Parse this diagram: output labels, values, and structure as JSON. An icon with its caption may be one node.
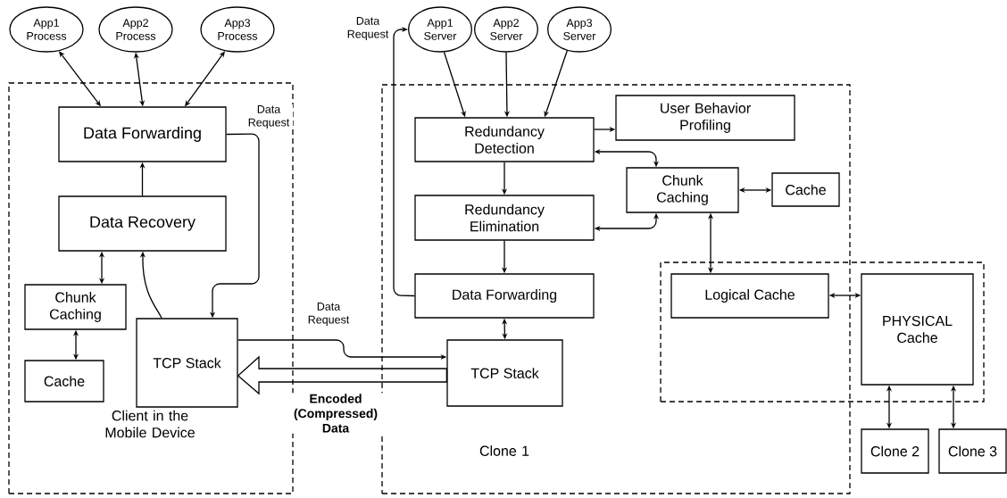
{
  "diagram": {
    "nodes": [
      {
        "text": [
          "Client in the Mobile Device"
        ]
      },
      {
        "text": [
          "App1 Process"
        ]
      },
      {
        "text": [
          "App2 Process"
        ]
      },
      {
        "text": [
          "App3 Process"
        ]
      },
      {
        "text": [
          "Data Forwarding"
        ],
        "in": 0
      },
      {
        "text": [
          "Data Recovery"
        ],
        "in": 0
      },
      {
        "text": [
          "Chunk Caching"
        ],
        "in": 0
      },
      {
        "text": [
          "Cache"
        ],
        "in": 0
      },
      {
        "text": [
          "TCP Stack"
        ],
        "in": 0
      },
      {
        "text": [
          "Clone 1"
        ]
      },
      {
        "text": [
          "App1 Server"
        ]
      },
      {
        "text": [
          "App2 Server"
        ]
      },
      {
        "text": [
          "App3 Server"
        ]
      },
      {
        "text": [
          "Redundancy Detection"
        ],
        "in": 9
      },
      {
        "text": [
          "User Behavior Profiling"
        ],
        "in": 9
      },
      {
        "text": [
          "Chunk Caching"
        ],
        "in": 9
      },
      {
        "text": [
          "Cache"
        ],
        "in": 9
      },
      {
        "text": [
          "Redundancy Elimination"
        ],
        "in": 9
      },
      {
        "text": [
          "Data Forwarding"
        ],
        "in": 9
      },
      {
        "text": [
          "TCP Stack"
        ],
        "in": 9
      },
      {
        "text": [],
        "shape": "box"
      },
      {
        "text": [
          "Logical Cache"
        ]
      },
      {
        "text": [
          "PHYSICAL Cache"
        ],
        "in": 20
      },
      {
        "text": [
          "Clone 2"
        ]
      },
      {
        "text": [
          "Clone 3"
        ]
      }
    ],
    "edges": [
      {
        "from": 1,
        "to": 4,
        "arrow": "both"
      },
      {
        "from": 2,
        "to": 4,
        "arrow": "both"
      },
      {
        "from": 3,
        "to": 4,
        "arrow": "both"
      },
      {
        "from": 5,
        "to": 4,
        "arrow": "to"
      },
      {
        "from": 8,
        "to": 5,
        "arrow": "to"
      },
      {
        "from": 4,
        "to": 8,
        "arrow": "to",
        "label": "Data Request"
      },
      {
        "from": 6,
        "to": 5,
        "arrow": "both"
      },
      {
        "from": 6,
        "to": 7,
        "arrow": "both"
      },
      {
        "from": 8,
        "to": 19,
        "arrow": "to",
        "label": "Data Request"
      },
      {
        "from": 19,
        "to": 8,
        "arrow": "to",
        "label": "Encoded (Compressed) Data",
        "style": "thick"
      },
      {
        "from": 18,
        "to": 10,
        "arrow": "to",
        "label": "Data Request"
      },
      {
        "from": 10,
        "to": 13,
        "arrow": "to"
      },
      {
        "from": 11,
        "to": 13,
        "arrow": "to"
      },
      {
        "from": 12,
        "to": 13,
        "arrow": "to"
      },
      {
        "from": 13,
        "to": 14,
        "arrow": "to"
      },
      {
        "from": 13,
        "to": 15,
        "arrow": "both"
      },
      {
        "from": 13,
        "to": 17,
        "arrow": "to"
      },
      {
        "from": 17,
        "to": 15,
        "arrow": "both"
      },
      {
        "from": 17,
        "to": 18,
        "arrow": "to"
      },
      {
        "from": 18,
        "to": 19,
        "arrow": "both"
      },
      {
        "from": 15,
        "to": 16,
        "arrow": "both"
      },
      {
        "from": 15,
        "to": 21,
        "arrow": "both"
      },
      {
        "from": 21,
        "to": 22,
        "arrow": "both"
      },
      {
        "from": 22,
        "to": 23,
        "arrow": "both"
      },
      {
        "from": 22,
        "to": 24,
        "arrow": "both"
      }
    ]
  }
}
